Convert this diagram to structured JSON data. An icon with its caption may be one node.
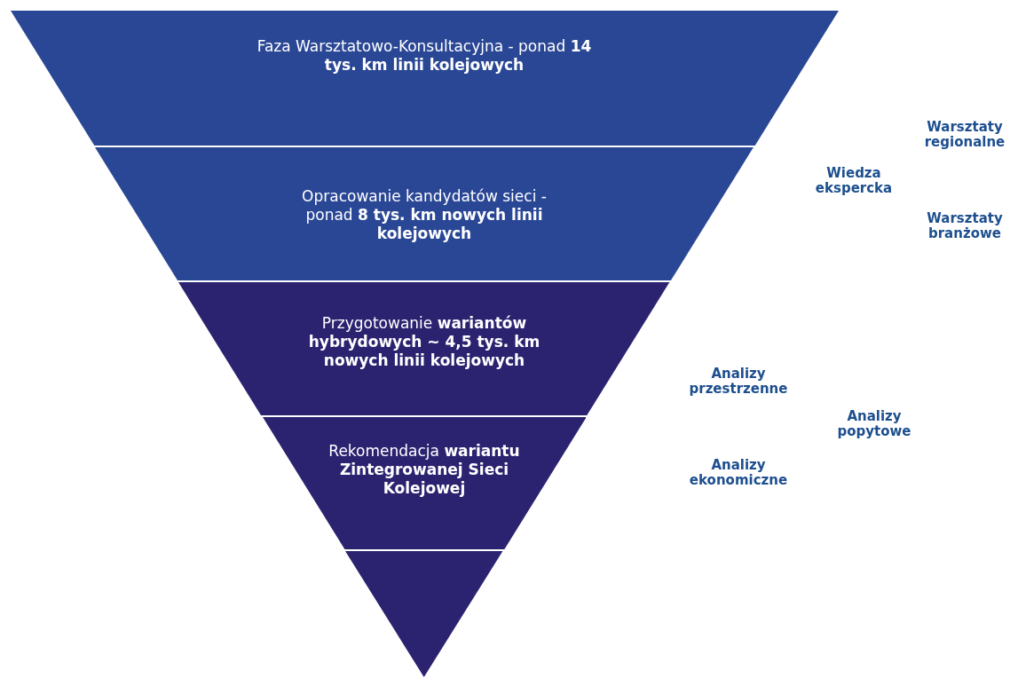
{
  "diagram": {
    "nodes": [
      {
        "text": [
          "Faza Warsztatowo-Konsultacyjna - ponad **14 tys. km linii kolejowych**"
        ]
      },
      {
        "text": [
          "Opracowanie kandydatów sieci - ponad **8 tys. km nowych linii kolejowych**"
        ]
      },
      {
        "text": [
          "Przygotowanie **wariantów hybrydowych ~ 4,5 tys. km nowych linii kolejowych**"
        ]
      },
      {
        "text": [
          "Rekomendacja **wariantu Zintegrowanej Sieci Kolejowej**"
        ]
      },
      {
        "text": [],
        "shape": "triangle"
      }
    ],
    "edges": [],
    "labels": [
      "Warsztaty regionalne",
      "Wiedza ekspercka",
      "Warsztaty branżowe",
      "Analizy przestrzenne",
      "Analizy popytowe",
      "Analizy ekonomiczne"
    ]
  }
}
